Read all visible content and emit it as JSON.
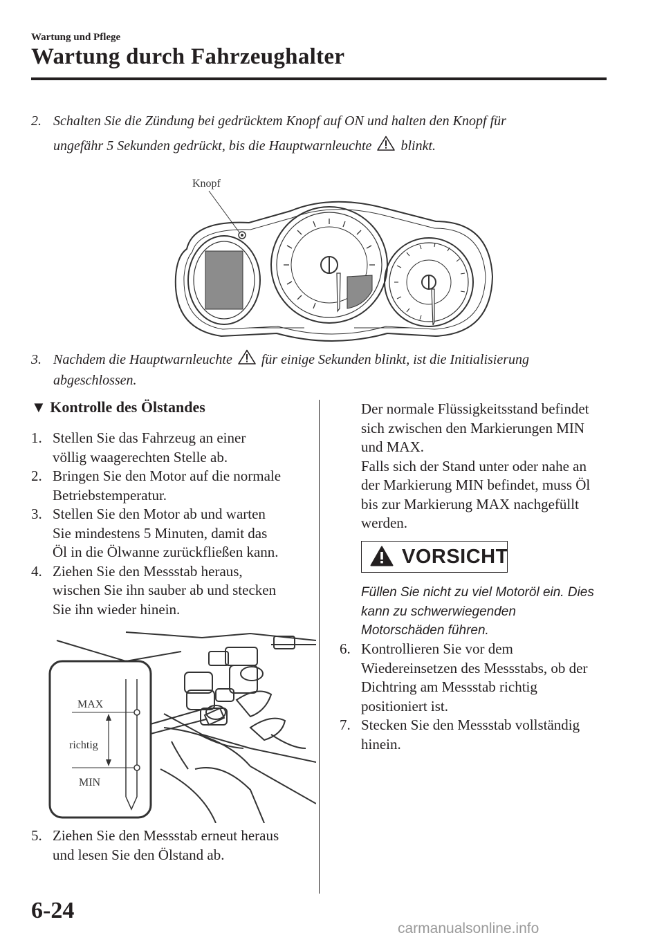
{
  "header": {
    "section": "Wartung und Pflege",
    "chapter": "Wartung durch Fahrzeughalter"
  },
  "steps_top": {
    "step2": {
      "number": "2.",
      "line1": "Schalten Sie die Zündung bei gedrücktem Knopf auf ON und halten den Knopf für",
      "line2a": "ungefähr 5 Sekunden gedrückt, bis die Hauptwarnleuchte",
      "line2b": "blinkt."
    },
    "figure1_label": "Knopf",
    "step3": {
      "number": "3.",
      "line1a": "Nachdem die Hauptwarnleuchte",
      "line1b": "für einige Sekunden blinkt, ist die Initialisierung",
      "line2": "abgeschlossen."
    }
  },
  "oil_section": {
    "heading_marker": "▼",
    "heading": "Kontrolle des Ölstandes",
    "steps": [
      {
        "number": "1.",
        "lines": [
          "Stellen Sie das Fahrzeug an einer",
          "völlig waagerechten Stelle ab."
        ]
      },
      {
        "number": "2.",
        "lines": [
          "Bringen Sie den Motor auf die normale",
          "Betriebstemperatur."
        ]
      },
      {
        "number": "3.",
        "lines": [
          "Stellen Sie den Motor ab und warten",
          "Sie mindestens 5 Minuten, damit das",
          "Öl in die Ölwanne zurückfließen kann."
        ]
      },
      {
        "number": "4.",
        "lines": [
          "Ziehen Sie den Messstab heraus,",
          "wischen Sie ihn sauber ab und stecken",
          "Sie ihn wieder hinein."
        ]
      }
    ],
    "figure2_labels": {
      "max": "MAX",
      "richtig": "richtig",
      "min": "MIN"
    },
    "step5": {
      "number": "5.",
      "lines": [
        "Ziehen Sie den Messstab erneut heraus",
        "und lesen Sie den Ölstand ab."
      ]
    },
    "right_paragraphs": [
      [
        "Der normale Flüssigkeitsstand befindet",
        "sich zwischen den Markierungen MIN",
        "und MAX."
      ],
      [
        "Falls sich der Stand unter oder nahe an",
        "der Markierung MIN befindet, muss Öl",
        "bis zur Markierung MAX nachgefüllt",
        "werden."
      ]
    ],
    "caution_label": "VORSICHT",
    "caution_lines": [
      "Füllen Sie nicht zu viel Motoröl ein. Dies",
      "kann zu schwerwiegenden",
      "Motorschäden führen."
    ],
    "step6": {
      "number": "6.",
      "lines": [
        "Kontrollieren Sie vor dem",
        "Wiedereinsetzen des Messstabs, ob der",
        "Dichtring am Messstab richtig",
        "positioniert ist."
      ]
    },
    "step7": {
      "number": "7.",
      "lines": [
        "Stecken Sie den Messstab vollständig",
        "hinein."
      ]
    }
  },
  "footer": {
    "page_number": "6-24",
    "watermark": "carmanualsonline.info"
  }
}
